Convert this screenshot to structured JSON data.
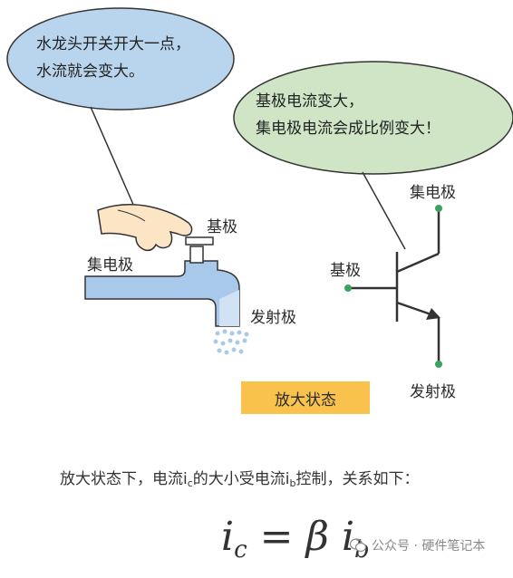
{
  "bubble_left": {
    "line1": "水龙头开关开大一点，",
    "line2": "水流就会变大。"
  },
  "bubble_right": {
    "line1": "基极电流变大，",
    "line2": "集电极电流会成比例变大！"
  },
  "faucet_labels": {
    "base": "基极",
    "collector": "集电极",
    "emitter": "发射极"
  },
  "transistor_labels": {
    "collector": "集电极",
    "base": "基极",
    "emitter": "发射极"
  },
  "state_label": "放大状态",
  "caption": {
    "part1": "放大状态下，电流i",
    "sub1": "c",
    "part2": "的大小受电流i",
    "sub2": "b",
    "part3": "控制，关系如下："
  },
  "formula": {
    "lhs": "i",
    "lhs_sub": "c",
    "eq": "=",
    "beta": "β",
    "rhs": "i",
    "rhs_sub": "b"
  },
  "watermark": "公众号 · 硬件笔记本",
  "colors": {
    "bubble_left_fill": "#b9d5ee",
    "bubble_right_fill": "#cfe5c5",
    "pipe_fill": "#a9c9ea",
    "water": "#a9c9ea",
    "state_box": "#f9c24d",
    "node": "#3aa35f",
    "skin": "#fbe5c4"
  }
}
